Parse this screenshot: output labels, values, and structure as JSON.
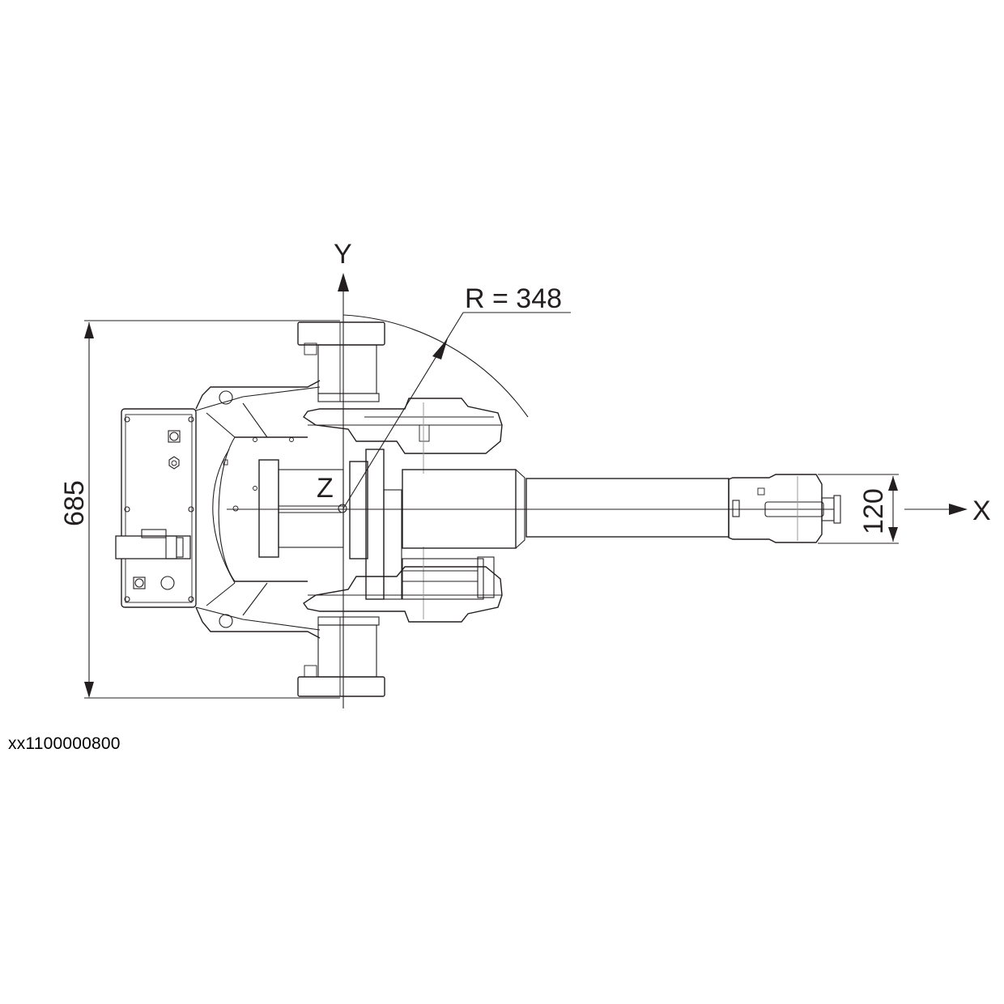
{
  "diagram": {
    "type": "technical-drawing",
    "subject": "robot top view with working range dimensions",
    "axes": {
      "y_label": "Y",
      "x_label": "X",
      "z_label": "Z"
    },
    "dimensions": {
      "radius_label": "R = 348",
      "radius_value": 348,
      "height_label": "685",
      "height_value": 685,
      "wrist_width_label": "120",
      "wrist_width_value": 120
    },
    "caption": "xx1100000800",
    "colors": {
      "line": "#231f20",
      "centerline": "#9a9a9a",
      "background": "#ffffff"
    }
  }
}
